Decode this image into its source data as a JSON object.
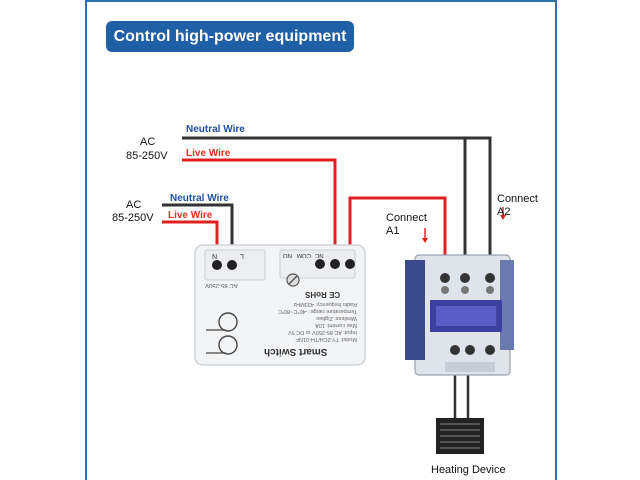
{
  "header": {
    "title": "Control high-power equipment"
  },
  "source_top": {
    "voltage_label": "AC",
    "range_label": "85-250V",
    "neutral_label": "Neutral Wire",
    "live_label": "Live Wire"
  },
  "source_bottom": {
    "voltage_label": "AC",
    "range_label": "85-250V",
    "neutral_label": "Neutral Wire",
    "live_label": "Live Wire"
  },
  "switch": {
    "name": "Smart Switch",
    "input_label": "AC 85-250V",
    "input_terminals": [
      "N",
      "L"
    ],
    "output_terminals": [
      "NO",
      "COM",
      "NC"
    ],
    "specs": [
      "Model: TY-2CH/TH-01NF",
      "Input: AC 85-250V or DC 5V",
      "Max current: 10A",
      "Wireless: Zigbee",
      "Temperature range: -40°C~80°C",
      "Radio frequency: 433MHz"
    ],
    "certifications": "CE RoHS"
  },
  "contactor": {
    "connect_a1": "Connect\nA1",
    "connect_a2": "Connect\nA2"
  },
  "load": {
    "label": "Heating Device"
  },
  "colors": {
    "neutral": "#333333",
    "live": "#e02020",
    "accent": "#1f5fa6"
  }
}
